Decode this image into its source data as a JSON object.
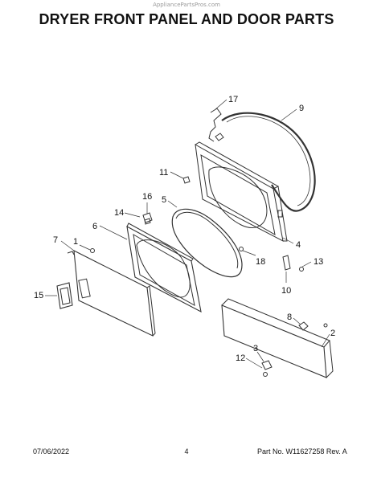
{
  "watermark": "AppliancePartsPros.com",
  "title": "DRYER FRONT PANEL AND DOOR PARTS",
  "callouts": [
    "17",
    "9",
    "11",
    "16",
    "5",
    "14",
    "6",
    "7",
    "1",
    "4",
    "18",
    "13",
    "10",
    "15",
    "8",
    "2",
    "3",
    "12"
  ],
  "footer": {
    "date": "07/06/2022",
    "page": "4",
    "part_number": "Part No. W11627258  Rev. A"
  }
}
